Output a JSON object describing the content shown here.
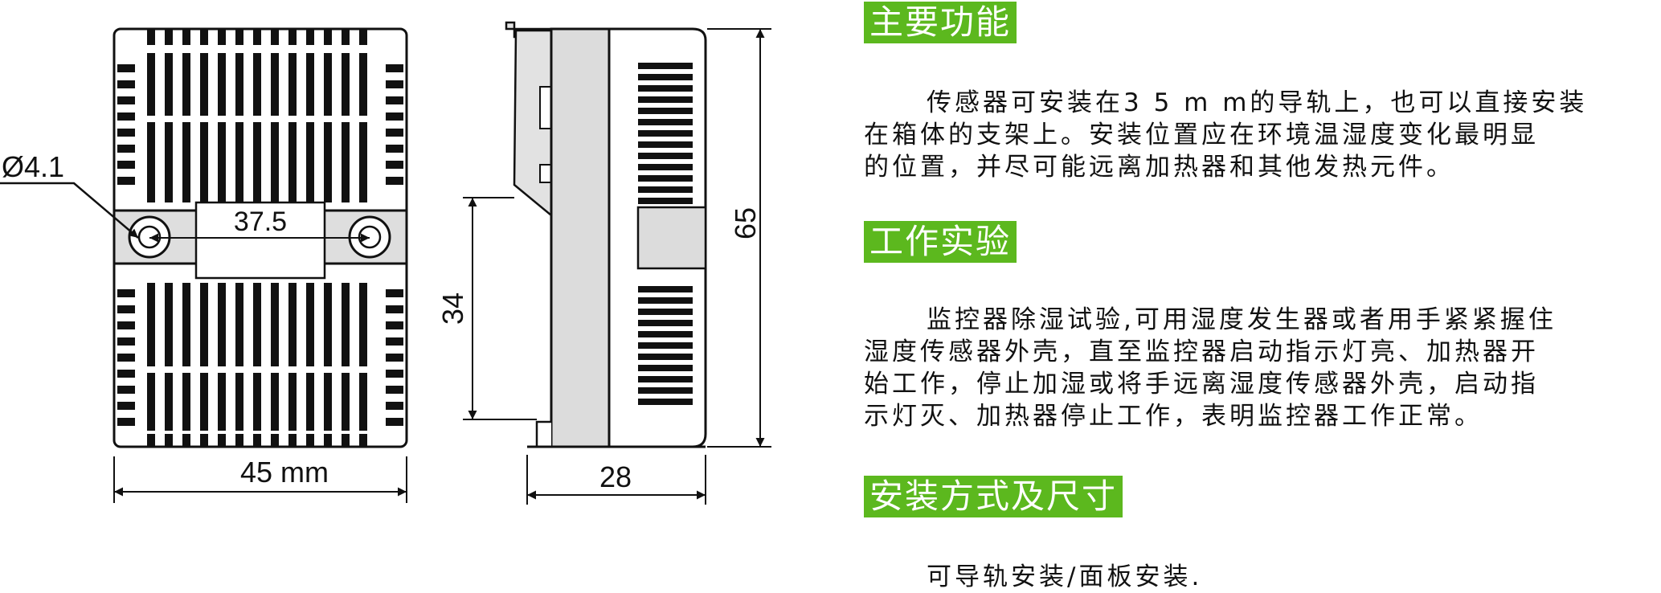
{
  "drawing": {
    "labels": {
      "hole_diameter": "Ø4.1",
      "hole_spacing": "37.5",
      "width": "45 mm",
      "rail_height": "34",
      "depth": "28",
      "height": "65"
    }
  },
  "sections": {
    "functions": {
      "title": "主要功能",
      "lines": [
        "传感器可安装在3 5 m m的导轨上，也可以直接安装",
        "在箱体的支架上。安装位置应在环境温湿度变化最明显",
        "的位置，并尽可能远离加热器和其他发热元件。"
      ]
    },
    "test": {
      "title": "工作实验",
      "lines": [
        "监控器除湿试验,可用湿度发生器或者用手紧紧握住",
        "湿度传感器外壳，直至监控器启动指示灯亮、加热器开",
        "始工作，停止加湿或将手远离湿度传感器外壳，启动指",
        "示灯灭、加热器停止工作，表明监控器工作正常。"
      ]
    },
    "install": {
      "title": "安装方式及尺寸",
      "lines": [
        "可导轨安装/面板安装."
      ]
    }
  }
}
